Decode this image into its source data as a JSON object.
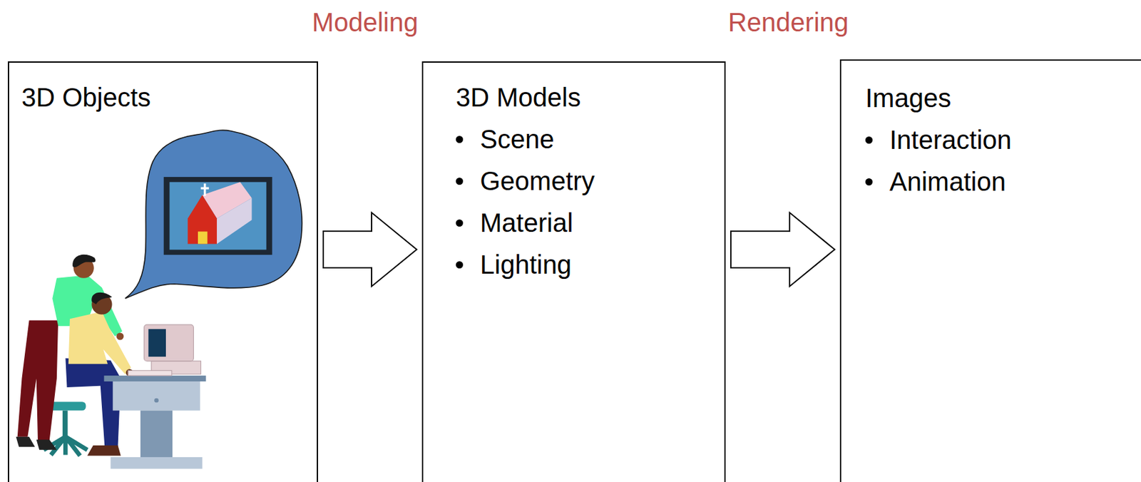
{
  "diagram": {
    "nodes": [
      {
        "text": [
          "3D Objects"
        ]
      },
      {
        "text": [
          "3D Models",
          "Scene",
          "Geometry",
          "Material",
          "Lighting"
        ]
      },
      {
        "text": [
          "Images",
          "Interaction",
          "Animation"
        ]
      }
    ],
    "edges": [
      {
        "from": 0,
        "to": 1,
        "arrow": "to",
        "label": "Modeling"
      },
      {
        "from": 1,
        "to": 2,
        "arrow": "to",
        "label": "Rendering"
      }
    ]
  }
}
